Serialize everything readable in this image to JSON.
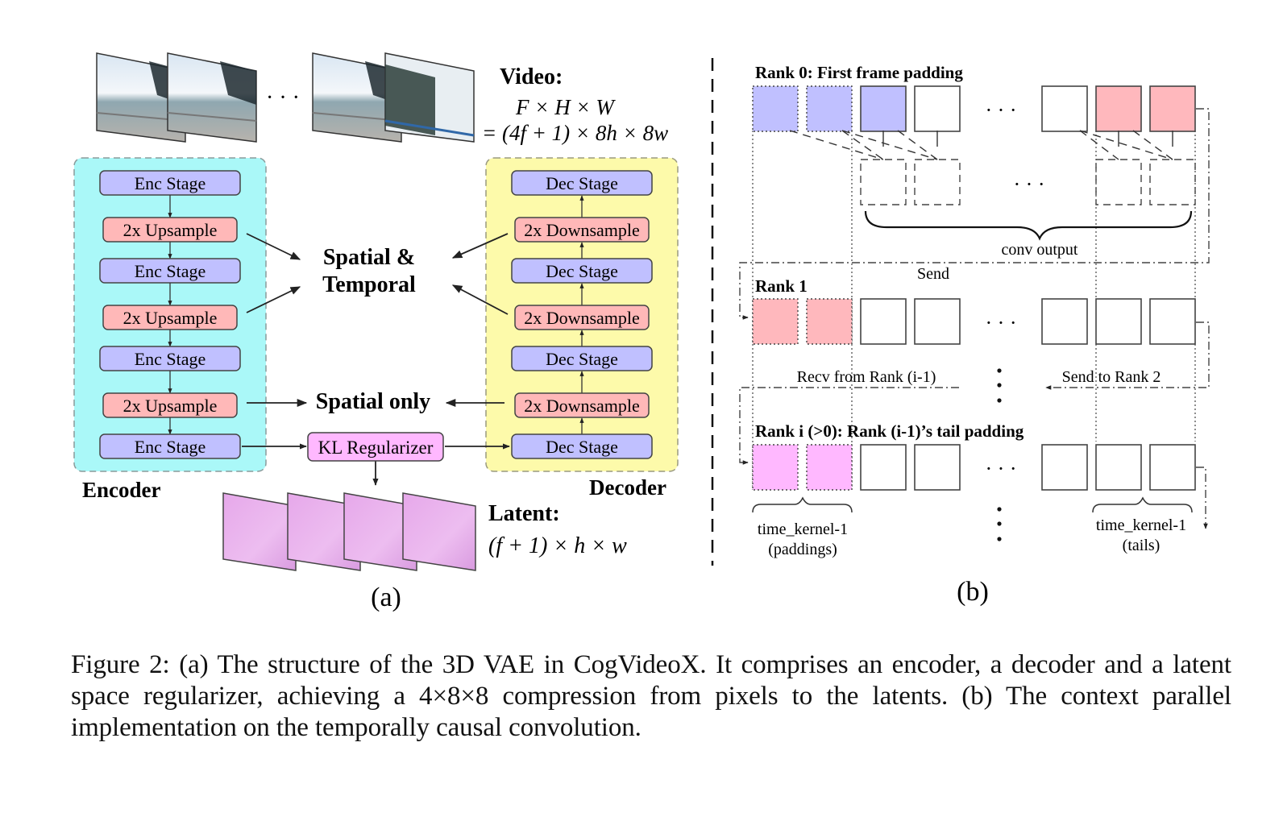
{
  "figure": {
    "panel_a": {
      "label": "(a)",
      "video": {
        "title": "Video:",
        "dims_line1": "F × H × W",
        "dims_line2": "= (4f + 1) × 8h × 8w",
        "ellipsis": "· · ·"
      },
      "encoder": {
        "label": "Encoder",
        "blocks": [
          "Enc Stage",
          "2x Upsample",
          "Enc Stage",
          "2x Upsample",
          "Enc Stage",
          "2x Upsample",
          "Enc Stage"
        ]
      },
      "decoder": {
        "label": "Decoder",
        "blocks": [
          "Dec Stage",
          "2x Downsample",
          "Dec Stage",
          "2x Downsample",
          "Dec Stage",
          "2x Downsample",
          "Dec Stage"
        ]
      },
      "annotations": {
        "spatial_temporal_line1": "Spatial  &",
        "spatial_temporal_line2": "Temporal",
        "spatial_only": "Spatial only"
      },
      "regularizer": "KL Regularizer",
      "latent": {
        "title": "Latent:",
        "dims": "(f + 1) × h × w"
      },
      "colors": {
        "encoder_bg": "#aaf8f8",
        "decoder_bg": "#fdfaaa",
        "stage_fill": "#c0c0ff",
        "sample_fill": "#ffb8b8",
        "kl_fill": "#ffb8ff",
        "latent_fill": "#e8b0ec"
      }
    },
    "panel_b": {
      "label": "(b)",
      "rank0_title": "Rank 0: First frame padding",
      "rank1_title": "Rank 1",
      "ranki_title": "Rank i (>0): Rank (i-1)’s tail padding",
      "conv_output": "conv output",
      "send": "Send",
      "recv_from": "Recv from Rank (i-1)",
      "send_to": "Send to Rank 2",
      "left_brace_line1": "time_kernel-1",
      "left_brace_line2": "(paddings)",
      "right_brace_line1": "time_kernel-1",
      "right_brace_line2": "(tails)",
      "ellipsis": "· · ·",
      "colors": {
        "first_frame": "#c0c0ff",
        "tail": "#ffb8bd",
        "recv_pad": "#ffb8ff"
      }
    }
  },
  "caption": "Figure 2: (a) The structure of the 3D VAE in CogVideoX. It comprises an encoder, a decoder and a latent space regularizer, achieving a 4×8×8 compression from pixels to the latents. (b) The context parallel implementation on the temporally causal convolution."
}
